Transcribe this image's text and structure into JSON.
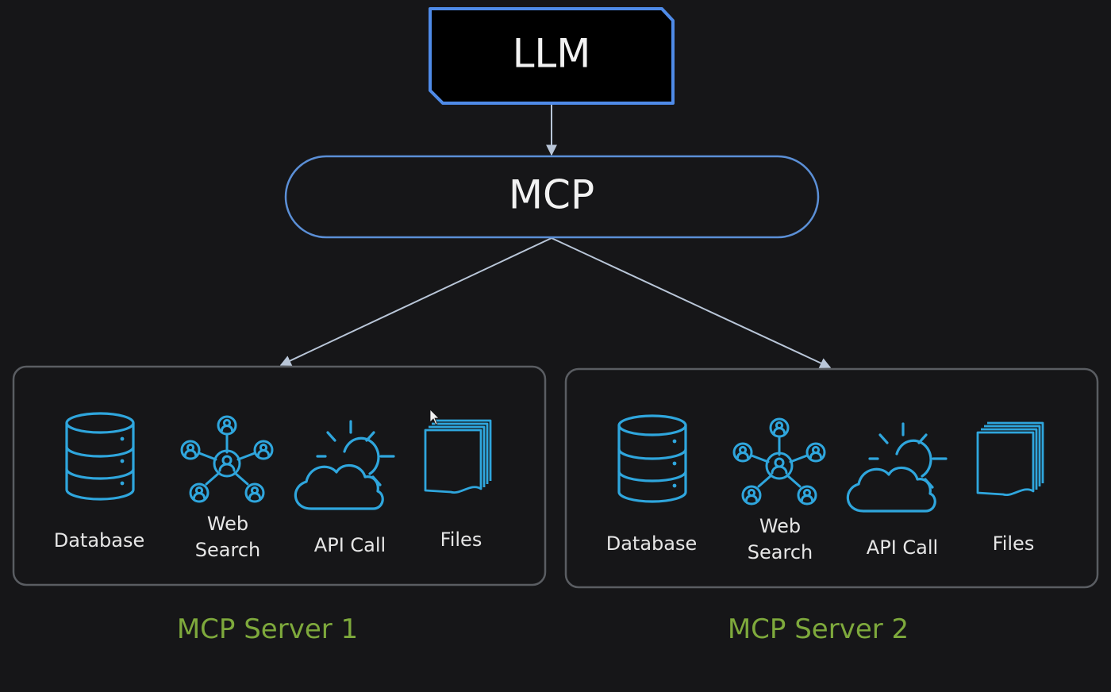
{
  "colors": {
    "background": "#161618",
    "llm_border": "#4f8be8",
    "mcp_border": "#5b8fd6",
    "connector": "#b9c6d8",
    "server_border": "#5a5d62",
    "icon": "#2fa6dd",
    "label_text": "#e6e6e6",
    "server_title": "#7ea93c"
  },
  "llm": {
    "label": "LLM"
  },
  "mcp": {
    "label": "MCP"
  },
  "servers": [
    {
      "title": "MCP Server 1",
      "tools": [
        {
          "icon": "database-icon",
          "label": [
            "Database"
          ]
        },
        {
          "icon": "network-icon",
          "label": [
            "Web",
            "Search"
          ]
        },
        {
          "icon": "cloud-sun-icon",
          "label": [
            "API Call"
          ]
        },
        {
          "icon": "files-icon",
          "label": [
            "Files"
          ]
        }
      ]
    },
    {
      "title": "MCP Server 2",
      "tools": [
        {
          "icon": "database-icon",
          "label": [
            "Database"
          ]
        },
        {
          "icon": "network-icon",
          "label": [
            "Web",
            "Search"
          ]
        },
        {
          "icon": "cloud-sun-icon",
          "label": [
            "API Call"
          ]
        },
        {
          "icon": "files-icon",
          "label": [
            "Files"
          ]
        }
      ]
    }
  ]
}
